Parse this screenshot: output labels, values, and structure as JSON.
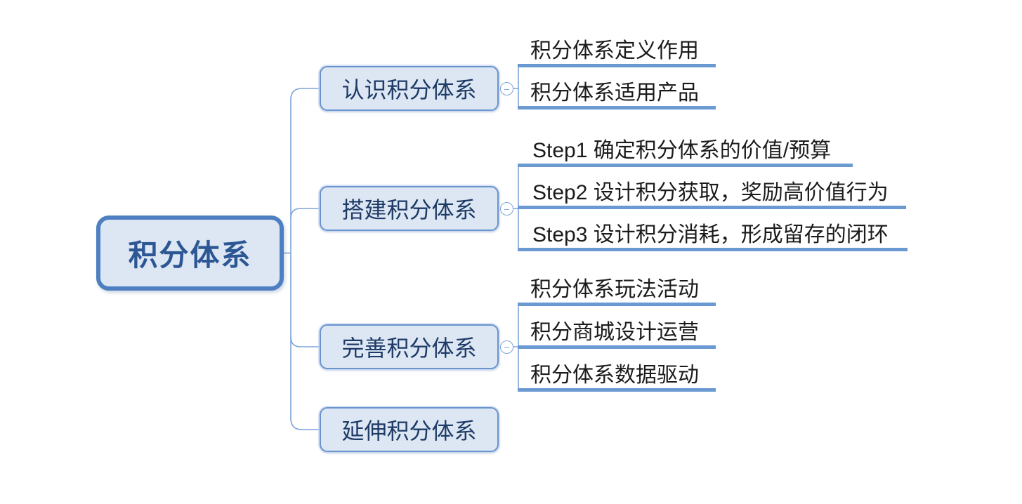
{
  "map": {
    "root": {
      "label": "积分体系"
    },
    "branches": [
      {
        "label": "认识积分体系",
        "collapsed": false,
        "children": [
          {
            "text": "积分体系定义作用"
          },
          {
            "text": "积分体系适用产品"
          }
        ]
      },
      {
        "label": "搭建积分体系",
        "collapsed": false,
        "children": [
          {
            "text": "Step1 确定积分体系的价值/预算"
          },
          {
            "text": "Step2 设计积分获取，奖励高价值行为"
          },
          {
            "text": "Step3 设计积分消耗，形成留存的闭环"
          }
        ]
      },
      {
        "label": "完善积分体系",
        "collapsed": false,
        "children": [
          {
            "text": "积分体系玩法活动"
          },
          {
            "text": "积分商城设计运营"
          },
          {
            "text": "积分体系数据驱动"
          }
        ]
      },
      {
        "label": "延伸积分体系",
        "children": []
      }
    ]
  },
  "icons": {
    "collapse_minus": "−"
  },
  "colors": {
    "root_border": "#4e7fc1",
    "root_fill": "#dde7f4",
    "root_text": "#2d5794",
    "branch_border": "#6a94ce",
    "branch_fill": "#dce7f3",
    "branch_text": "#1e3a66",
    "connector_line": "#7da4d8",
    "leaf_underline": "#6b9ad3",
    "leaf_text": "#1b1b1b",
    "background": "#ffffff"
  }
}
